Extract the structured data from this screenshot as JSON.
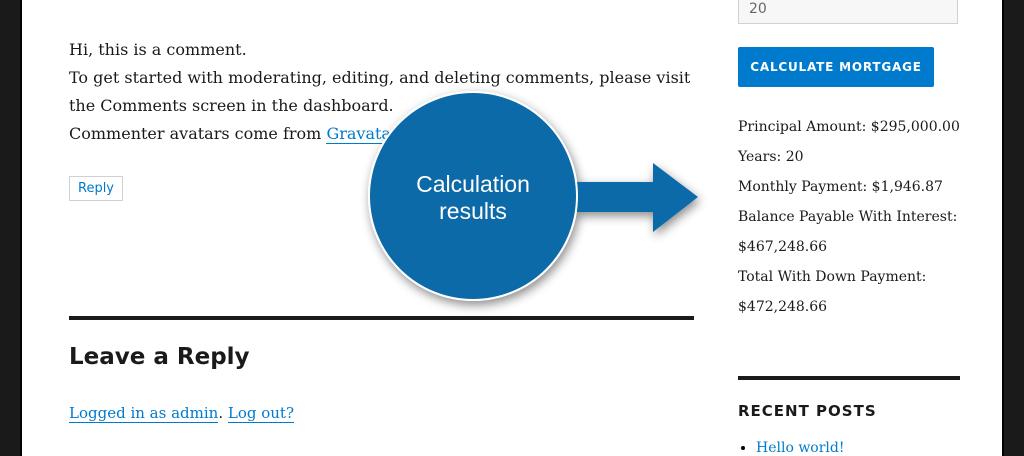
{
  "comment": {
    "line1": "Hi, this is a comment.",
    "line2": "To get started with moderating, editing, and deleting comments, please visit",
    "line3": "the Comments screen in the dashboard.",
    "avatar_prefix": "Commenter avatars come from ",
    "avatar_link": "Gravatar",
    "avatar_suffix": "."
  },
  "reply_button": "Reply",
  "leave_reply": {
    "title": "Leave a Reply",
    "logged_in_link": "Logged in as admin",
    "separator": ". ",
    "logout_link": "Log out?"
  },
  "sidebar": {
    "years_input_value": "20",
    "calculate_button": "CALCULATE MORTGAGE",
    "results": [
      "Principal Amount: $295,000.00",
      "Years: 20",
      "Monthly Payment: $1,946.87",
      "Balance Payable With Interest:",
      "$467,248.66",
      "Total With Down Payment:",
      "$472,248.66"
    ],
    "recent_posts_title": "RECENT POSTS",
    "recent_posts": [
      "Hello world!"
    ]
  },
  "annotation": {
    "line1": "Calculation",
    "line2": "results",
    "circle_color": "#0a6aa8",
    "arrow_color": "#0a6aa8"
  },
  "colors": {
    "link": "#007acc",
    "button": "#007acc",
    "text": "#1a1a1a"
  }
}
